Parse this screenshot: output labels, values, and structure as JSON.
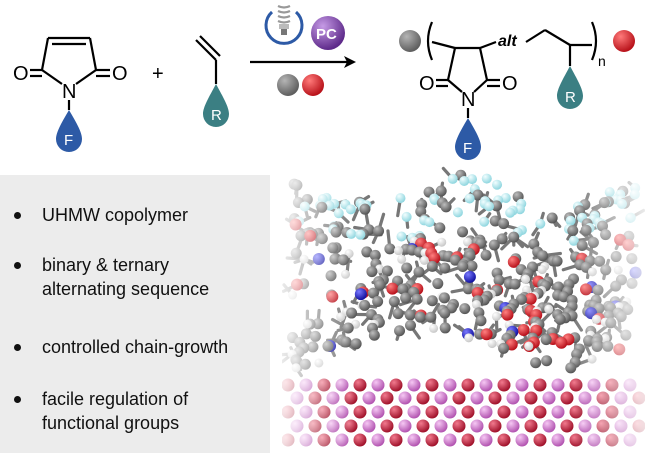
{
  "scheme": {
    "reactant1": {
      "oxygen_left": "O",
      "oxygen_right": "O",
      "nitrogen": "N",
      "substituent": "F"
    },
    "plus": "+",
    "reactant2": {
      "substituent": "R"
    },
    "catalyst": "PC",
    "product": {
      "alt": "alt",
      "repeat": "n",
      "oxygen_left": "O",
      "oxygen_right": "O",
      "nitrogen": "N",
      "imide_substituent": "F",
      "side_substituent": "R"
    }
  },
  "features": [
    {
      "lines": [
        "UHMW copolymer"
      ]
    },
    {
      "lines": [
        "binary & ternary",
        "alternating sequence"
      ]
    },
    {
      "lines": [
        "controlled chain-growth"
      ]
    },
    {
      "lines": [
        "facile regulation of",
        "functional groups"
      ]
    }
  ],
  "colors": {
    "drop_F": "#2d5aa6",
    "drop_R": "#3b7f83",
    "catalyst": "#7a3fa8",
    "end_grey": "#808080",
    "end_red": "#d8232a",
    "panel": "#ececec",
    "carbon": "#666666",
    "oxygen": "#d81a1a",
    "nitrogen": "#2222cc",
    "fluorine": "#b8eaf0",
    "hydrogen": "#f4f4f4",
    "surface_pink": "#d98ad8",
    "surface_red": "#cc1f3a"
  },
  "icons": [
    "lamp-icon"
  ]
}
